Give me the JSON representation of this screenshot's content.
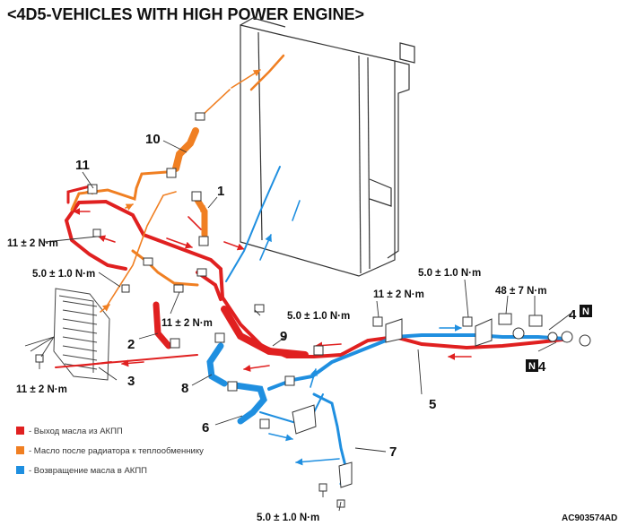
{
  "title": "<4D5-VEHICLES WITH HIGH POWER ENGINE>",
  "figure_code": "AC903574AD",
  "colors": {
    "red": "#e02020",
    "orange": "#f07f22",
    "blue": "#1f8fe0",
    "line": "#333333"
  },
  "parts": {
    "p1": "1",
    "p2": "2",
    "p3": "3",
    "p4a": "4",
    "p4b": "4",
    "p5": "5",
    "p6": "6",
    "p7": "7",
    "p8": "8",
    "p9": "9",
    "p10": "10",
    "p11": "11"
  },
  "n_mark": "N",
  "torques": {
    "t1": "11 ± 2 N·m",
    "t2": "5.0 ± 1.0 N·m",
    "t3": "11 ± 2 N·m",
    "t4": "11 ± 2 N·m",
    "t5": "5.0 ± 1.0 N·m",
    "t6": "11 ± 2 N·m",
    "t7": "5.0 ± 1.0 N·m",
    "t8": "48 ± 7 N·m",
    "t9": "5.0 ± 1.0 N·m"
  },
  "legend": [
    {
      "text": "- Выход масла из АКПП",
      "color": "#e02020"
    },
    {
      "text": "- Масло после радиатора к теплообменнику",
      "color": "#f07f22"
    },
    {
      "text": "- Возвращение масла в АКПП",
      "color": "#1f8fe0"
    }
  ]
}
